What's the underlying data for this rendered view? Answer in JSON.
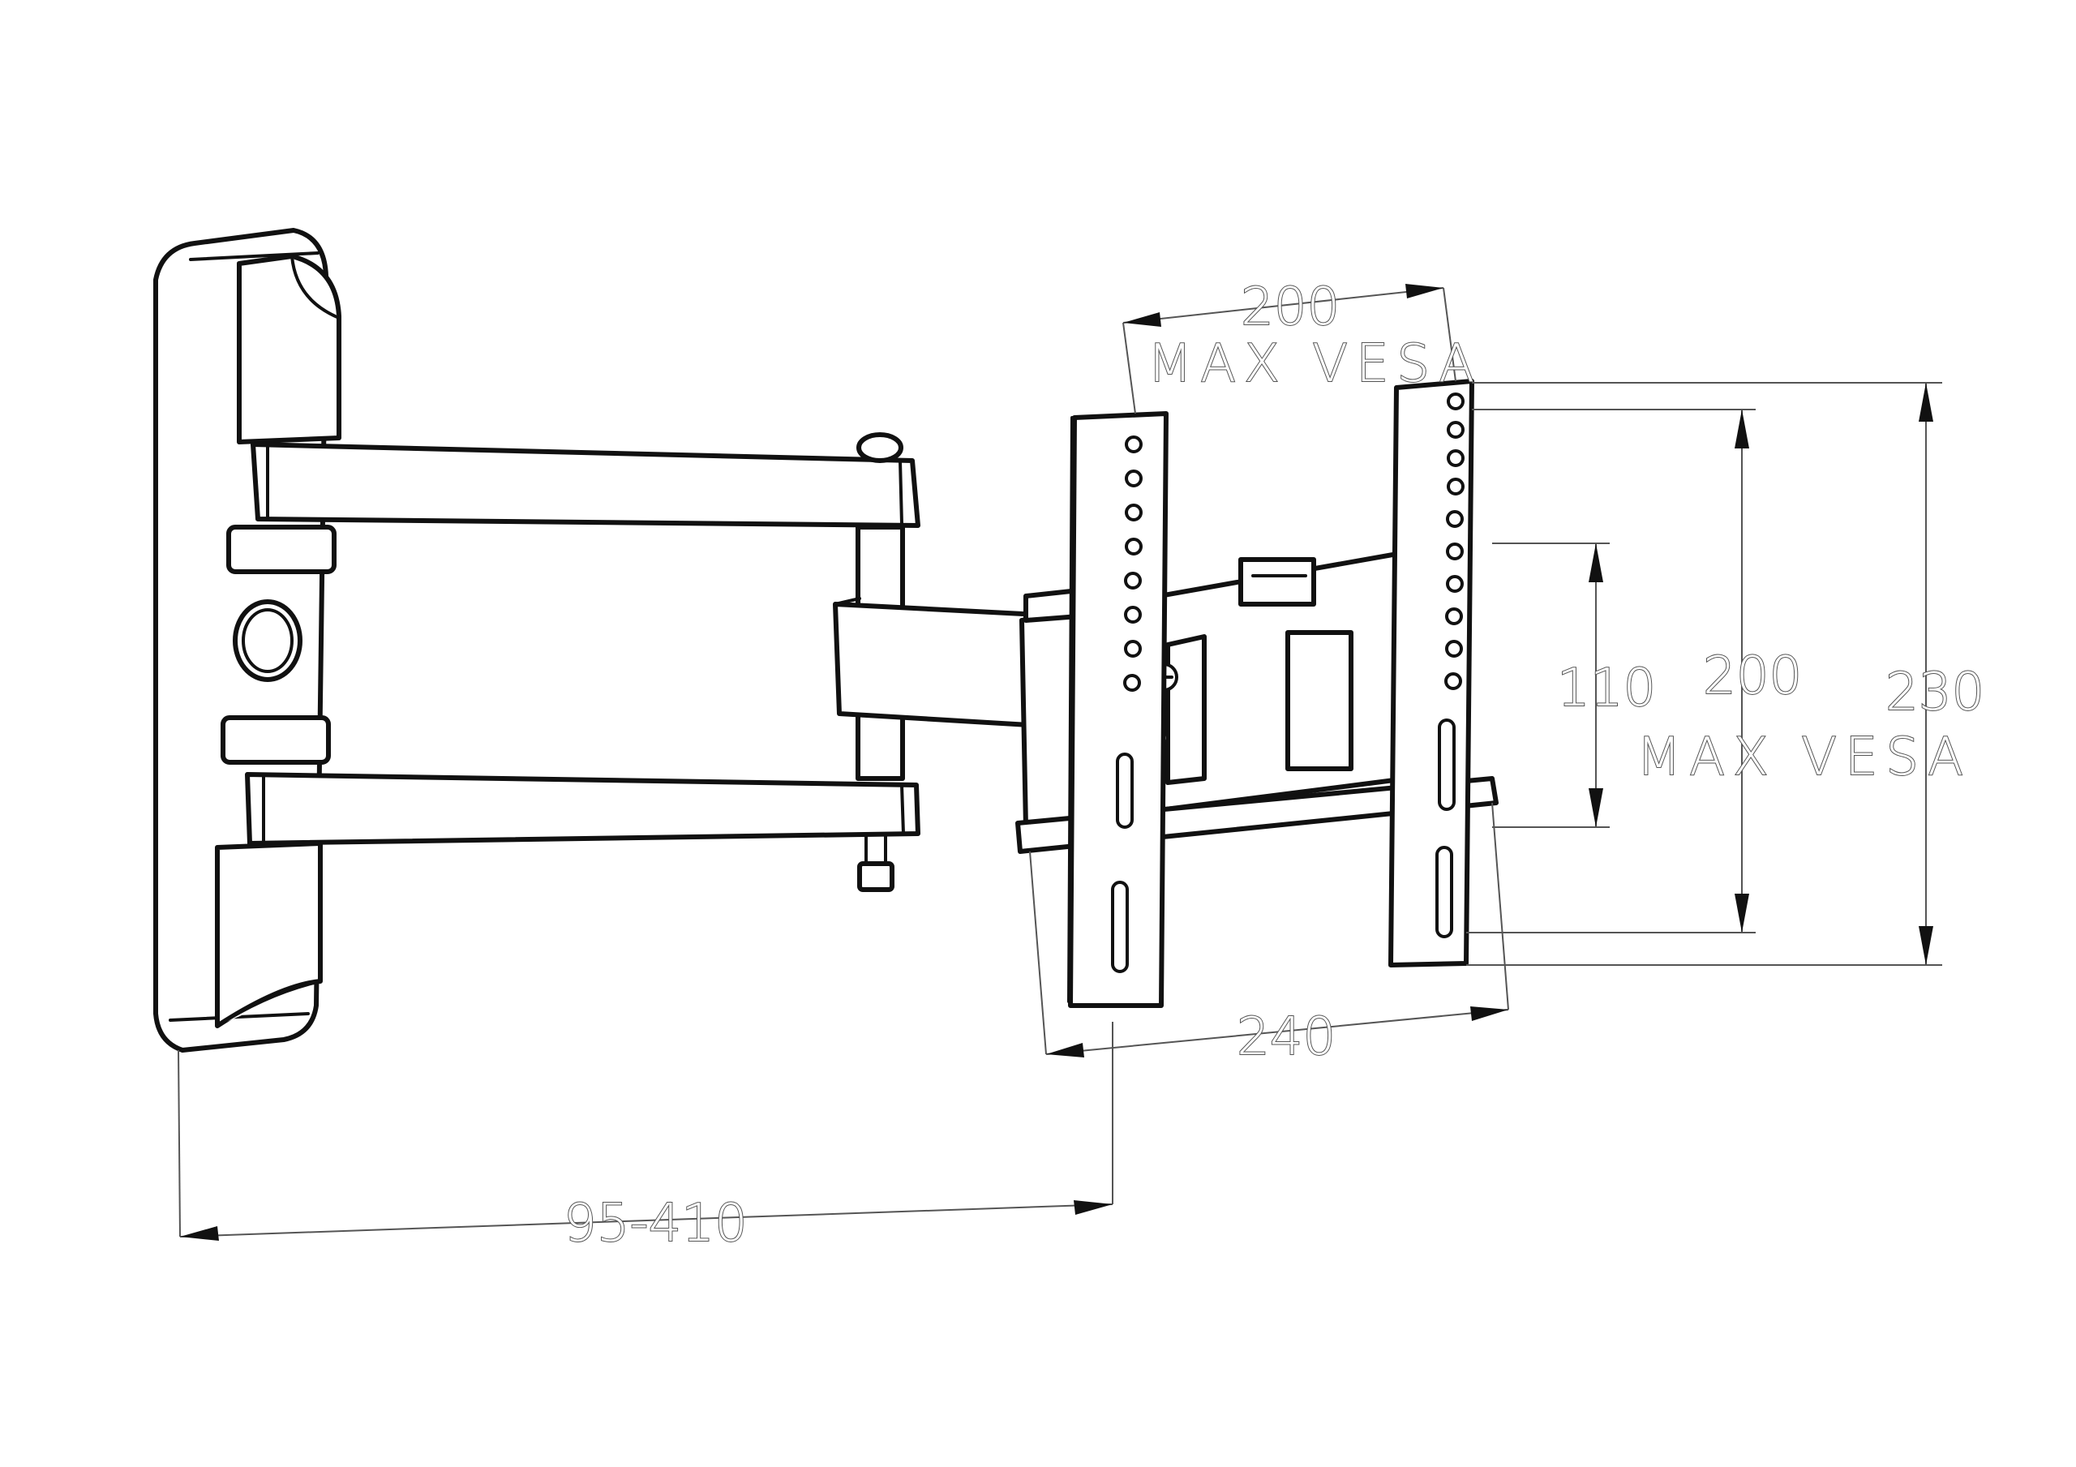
{
  "drawing": {
    "line_color": "#111111",
    "dimension_color": "#555555",
    "background": "#ffffff"
  },
  "dimensions": {
    "vesa_horizontal": "200",
    "vesa_horizontal_caption": "MAX VESA",
    "vesa_vertical": "200",
    "vesa_vertical_caption": "MAX VESA",
    "inner_height": "110",
    "overall_height": "230",
    "plate_width": "240",
    "extension": "95-410"
  }
}
